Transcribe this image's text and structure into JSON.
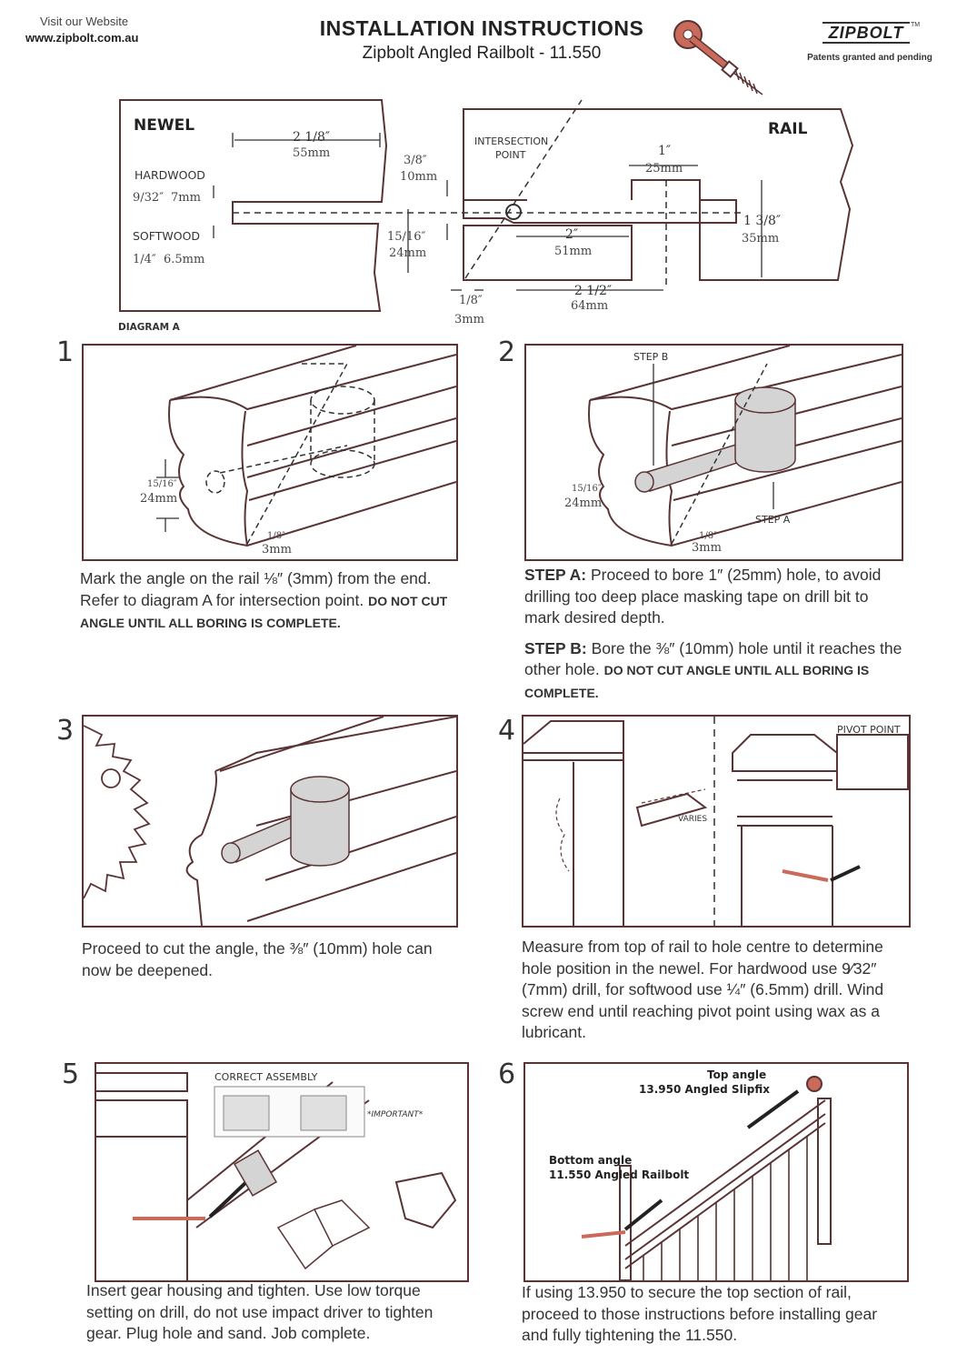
{
  "header": {
    "visit_label": "Visit our Website",
    "website": "www.zipbolt.com.au",
    "title": "INSTALLATION INSTRUCTIONS",
    "subtitle": "Zipbolt Angled Railbolt - 11.550",
    "brand": "ZIPBOLT",
    "trademark": "TM",
    "patents": "Patents granted and pending"
  },
  "diagram_a": {
    "caption": "DIAGRAM A",
    "newel": "NEWEL",
    "rail": "RAIL",
    "hardwood": "HARDWOOD",
    "softwood": "SOFTWOOD",
    "hardwood_in": "9/32″",
    "hardwood_mm": "7mm",
    "softwood_in": "1/4″",
    "softwood_mm": "6.5mm",
    "newel_depth_in": "2 1/8″",
    "newel_depth_mm": "55mm",
    "top_offset_in": "3/8″",
    "top_offset_mm": "10mm",
    "rail_height_in": "15/16″",
    "rail_height_mm": "24mm",
    "intersection_line1": "INTERSECTION",
    "intersection_line2": "POINT",
    "hole_dia_in": "1″",
    "hole_dia_mm": "25mm",
    "bore_in": "2″",
    "bore_mm": "51mm",
    "rail_depth_in": "1 3/8″",
    "rail_depth_mm": "35mm",
    "bottom_in": "2 1/2″",
    "bottom_mm": "64mm",
    "end_in": "1/8″",
    "end_mm": "3mm"
  },
  "steps": [
    {
      "number": "1",
      "labels": {
        "height_in": "15/16″",
        "height_mm": "24mm",
        "end_in": "1/8″",
        "end_mm": "3mm"
      },
      "text": "Mark the angle on the rail ⅛″ (3mm) from the end. Refer to diagram A for intersection point.",
      "caps": "DO NOT CUT ANGLE UNTIL ALL BORING IS COMPLETE."
    },
    {
      "number": "2",
      "labels": {
        "step_b": "STEP B",
        "step_a": "STEP A",
        "height_in": "15/16″",
        "height_mm": "24mm",
        "end_in": "1/8″",
        "end_mm": "3mm"
      },
      "step_a_lead": "STEP A:",
      "step_a_text": "Proceed to bore 1″ (25mm) hole, to avoid drilling too deep place masking tape on drill bit to mark desired depth.",
      "step_b_lead": "STEP B:",
      "step_b_text": "Bore the ⅜″ (10mm) hole until it reaches the other hole.",
      "caps": "DO NOT CUT ANGLE UNTIL ALL BORING IS COMPLETE."
    },
    {
      "number": "3",
      "text": "Proceed to cut the angle, the ⅜″ (10mm) hole can now be deepened."
    },
    {
      "number": "4",
      "labels": {
        "pivot": "PIVOT POINT",
        "varies": "VARIES"
      },
      "text": "Measure from top of rail to hole centre to determine hole position in the newel. For hardwood use 9⁄32″ (7mm) drill, for softwood use ¼″ (6.5mm) drill. Wind screw end until reaching pivot point using wax as a lubricant."
    },
    {
      "number": "5",
      "labels": {
        "correct": "CORRECT ASSEMBLY",
        "important": "*IMPORTANT*"
      },
      "text": "Insert gear housing and tighten. Use low torque setting on drill, do not use impact driver to tighten gear. Plug hole and sand. Job complete."
    },
    {
      "number": "6",
      "labels": {
        "top_angle": "Top angle",
        "top_product": "13.950 Angled Slipfix",
        "bottom_angle": "Bottom angle",
        "bottom_product": "11.550 Angled Railbolt"
      },
      "text": "If using 13.950 to secure the top section of rail, proceed to those instructions before installing gear and fully tightening the 11.550."
    }
  ],
  "colors": {
    "outline": "#5a3434",
    "text": "#333333",
    "bolt": "#c96a5a"
  }
}
